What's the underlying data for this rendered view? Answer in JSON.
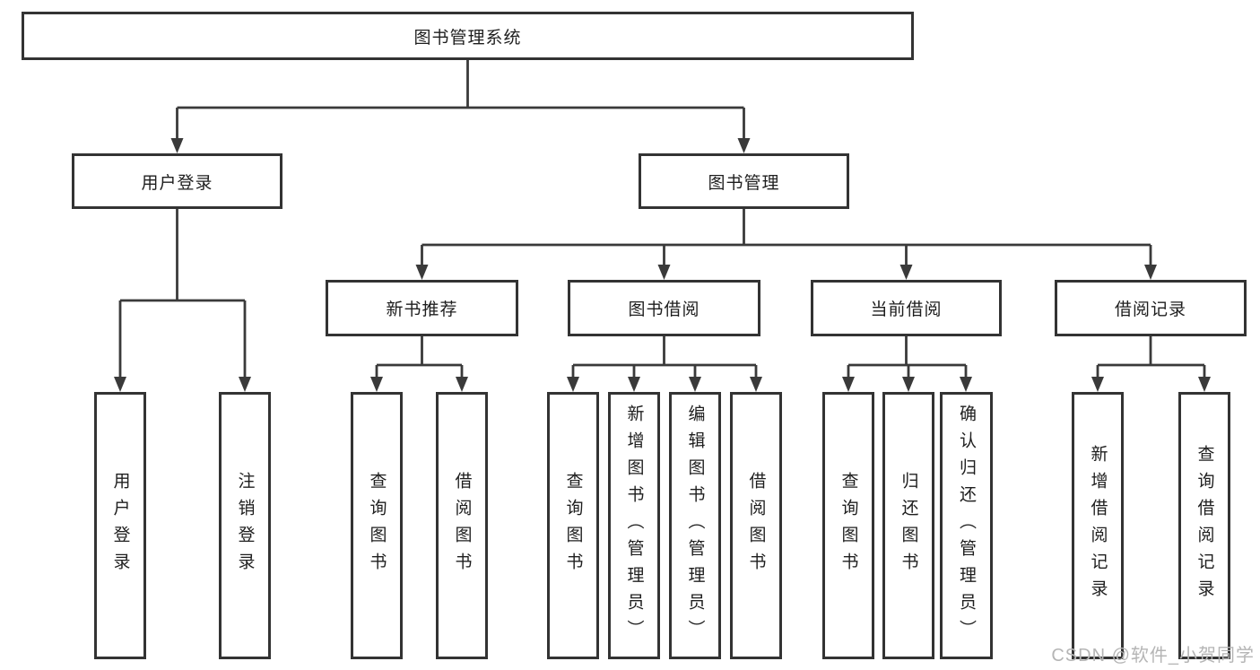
{
  "tree": {
    "root": "图书管理系统",
    "children": [
      {
        "label": "用户登录",
        "children": [
          {
            "label": "用户登录"
          },
          {
            "label": "注销登录"
          }
        ]
      },
      {
        "label": "图书管理",
        "children": [
          {
            "label": "新书推荐",
            "children": [
              {
                "label": "查询图书"
              },
              {
                "label": "借阅图书"
              }
            ]
          },
          {
            "label": "图书借阅",
            "children": [
              {
                "label": "查询图书"
              },
              {
                "label": "新增图书（管理员）"
              },
              {
                "label": "编辑图书（管理员）"
              },
              {
                "label": "借阅图书"
              }
            ]
          },
          {
            "label": "当前借阅",
            "children": [
              {
                "label": "查询图书"
              },
              {
                "label": "归还图书"
              },
              {
                "label": "确认归还（管理员）"
              }
            ]
          },
          {
            "label": "借阅记录",
            "children": [
              {
                "label": "新增借阅记录"
              },
              {
                "label": "查询借阅记录"
              }
            ]
          }
        ]
      }
    ]
  },
  "watermark": "CSDN @软件_小贺同学",
  "colors": {
    "line": "#3a3a3a",
    "box_border": "#333333",
    "text": "#1e1e1e",
    "watermark_text": "#b5b5b5",
    "background": "#ffffff"
  }
}
